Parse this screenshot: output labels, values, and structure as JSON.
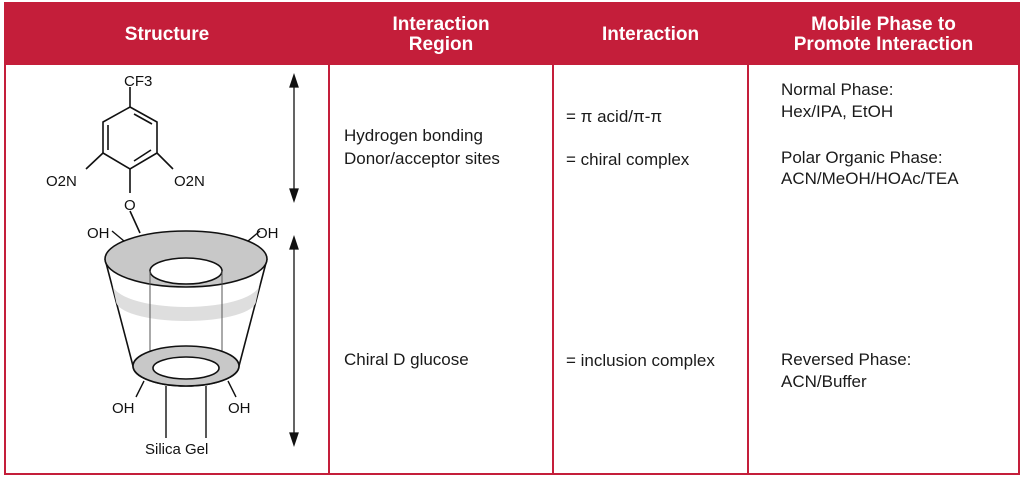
{
  "headers": {
    "structure": "Structure",
    "region": "Interaction\nRegion",
    "interaction": "Interaction",
    "mobile": "Mobile Phase to\nPromote Interaction"
  },
  "structure": {
    "cf3": "CF3",
    "no2_left": "O2N",
    "no2_right": "O2N",
    "oxygen": "O",
    "oh_top_left": "OH",
    "oh_top_right": "OH",
    "oh_bottom_left": "OH",
    "oh_bottom_right": "OH",
    "silica": "Silica Gel"
  },
  "region": {
    "line1": "Hydrogen bonding",
    "line2": "Donor/acceptor sites",
    "line3": "Chiral D glucose"
  },
  "interaction": {
    "line1": "= π acid/π-π",
    "line2": "= chiral complex",
    "line3": "= inclusion complex"
  },
  "mobile": {
    "normal_label": "Normal Phase:",
    "normal_value": "Hex/IPA, EtOH",
    "polar_label": "Polar Organic Phase:",
    "polar_value": "ACN/MeOH/HOAc/TEA",
    "reversed_label": "Reversed Phase:",
    "reversed_value": "ACN/Buffer"
  },
  "colors": {
    "accent": "#c41e3a",
    "ring": "#c8c8c8",
    "header_text": "#ffffff"
  }
}
